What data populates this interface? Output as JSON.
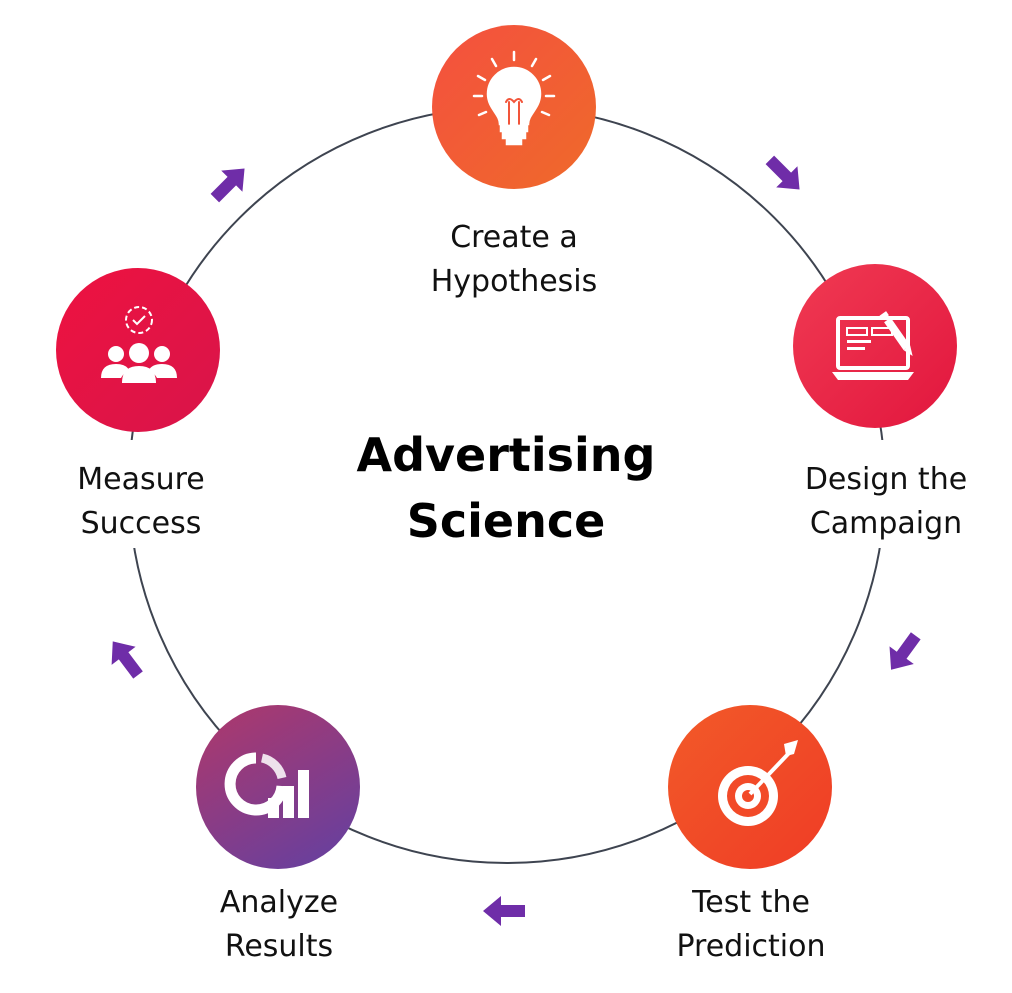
{
  "title": {
    "line1": "Advertising",
    "line2": "Science"
  },
  "steps": [
    {
      "line1": "Create a",
      "line2": "Hypothesis",
      "icon": "lightbulb-icon",
      "color": "#f2553a"
    },
    {
      "line1": "Design the",
      "line2": "Campaign",
      "icon": "laptop-pen-icon",
      "color": "#ec2f45"
    },
    {
      "line1": "Test the",
      "line2": "Prediction",
      "icon": "target-arrow-icon",
      "color": "#f24a28"
    },
    {
      "line1": "Analyze",
      "line2": "Results",
      "icon": "analytics-chart-icon",
      "color": "#8a3d8f"
    },
    {
      "line1": "Measure",
      "line2": "Success",
      "icon": "team-gear-icon",
      "color": "#e8143f"
    }
  ],
  "arrow_color": "#6f2da8",
  "ring_color": "#3e4450"
}
